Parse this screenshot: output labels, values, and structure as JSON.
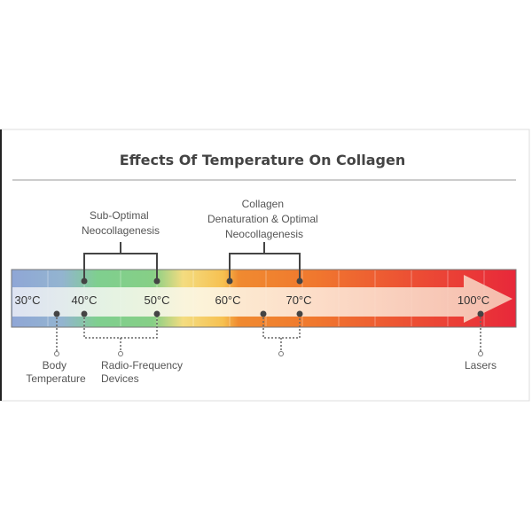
{
  "title": "Effects Of Temperature On Collagen",
  "ticks": [
    {
      "label": "30°C",
      "value": 30
    },
    {
      "label": "40°C",
      "value": 40
    },
    {
      "label": "50°C",
      "value": 50
    },
    {
      "label": "60°C",
      "value": 60
    },
    {
      "label": "70°C",
      "value": 70
    },
    {
      "label": "100°C",
      "value": 100
    }
  ],
  "top_annotations": [
    {
      "lines": [
        "Sub-Optimal",
        "Neocollagenesis"
      ],
      "range": [
        40,
        50
      ]
    },
    {
      "lines": [
        "Collagen",
        "Denaturation & Optimal",
        "Neocollagenesis"
      ],
      "range": [
        60,
        70
      ]
    }
  ],
  "bottom_annotations": [
    {
      "lines": [
        "Body",
        "Temperature"
      ]
    },
    {
      "lines": [
        "Radio-Frequency",
        "Devices"
      ]
    },
    {
      "lines": []
    },
    {
      "lines": [
        "Lasers"
      ]
    }
  ],
  "colors": {
    "blue": "#8fa6d6",
    "green": "#7fcf8f",
    "yellow": "#f6d36a",
    "orange": "#f0862e",
    "red": "#e8323a",
    "text": "#444444"
  }
}
